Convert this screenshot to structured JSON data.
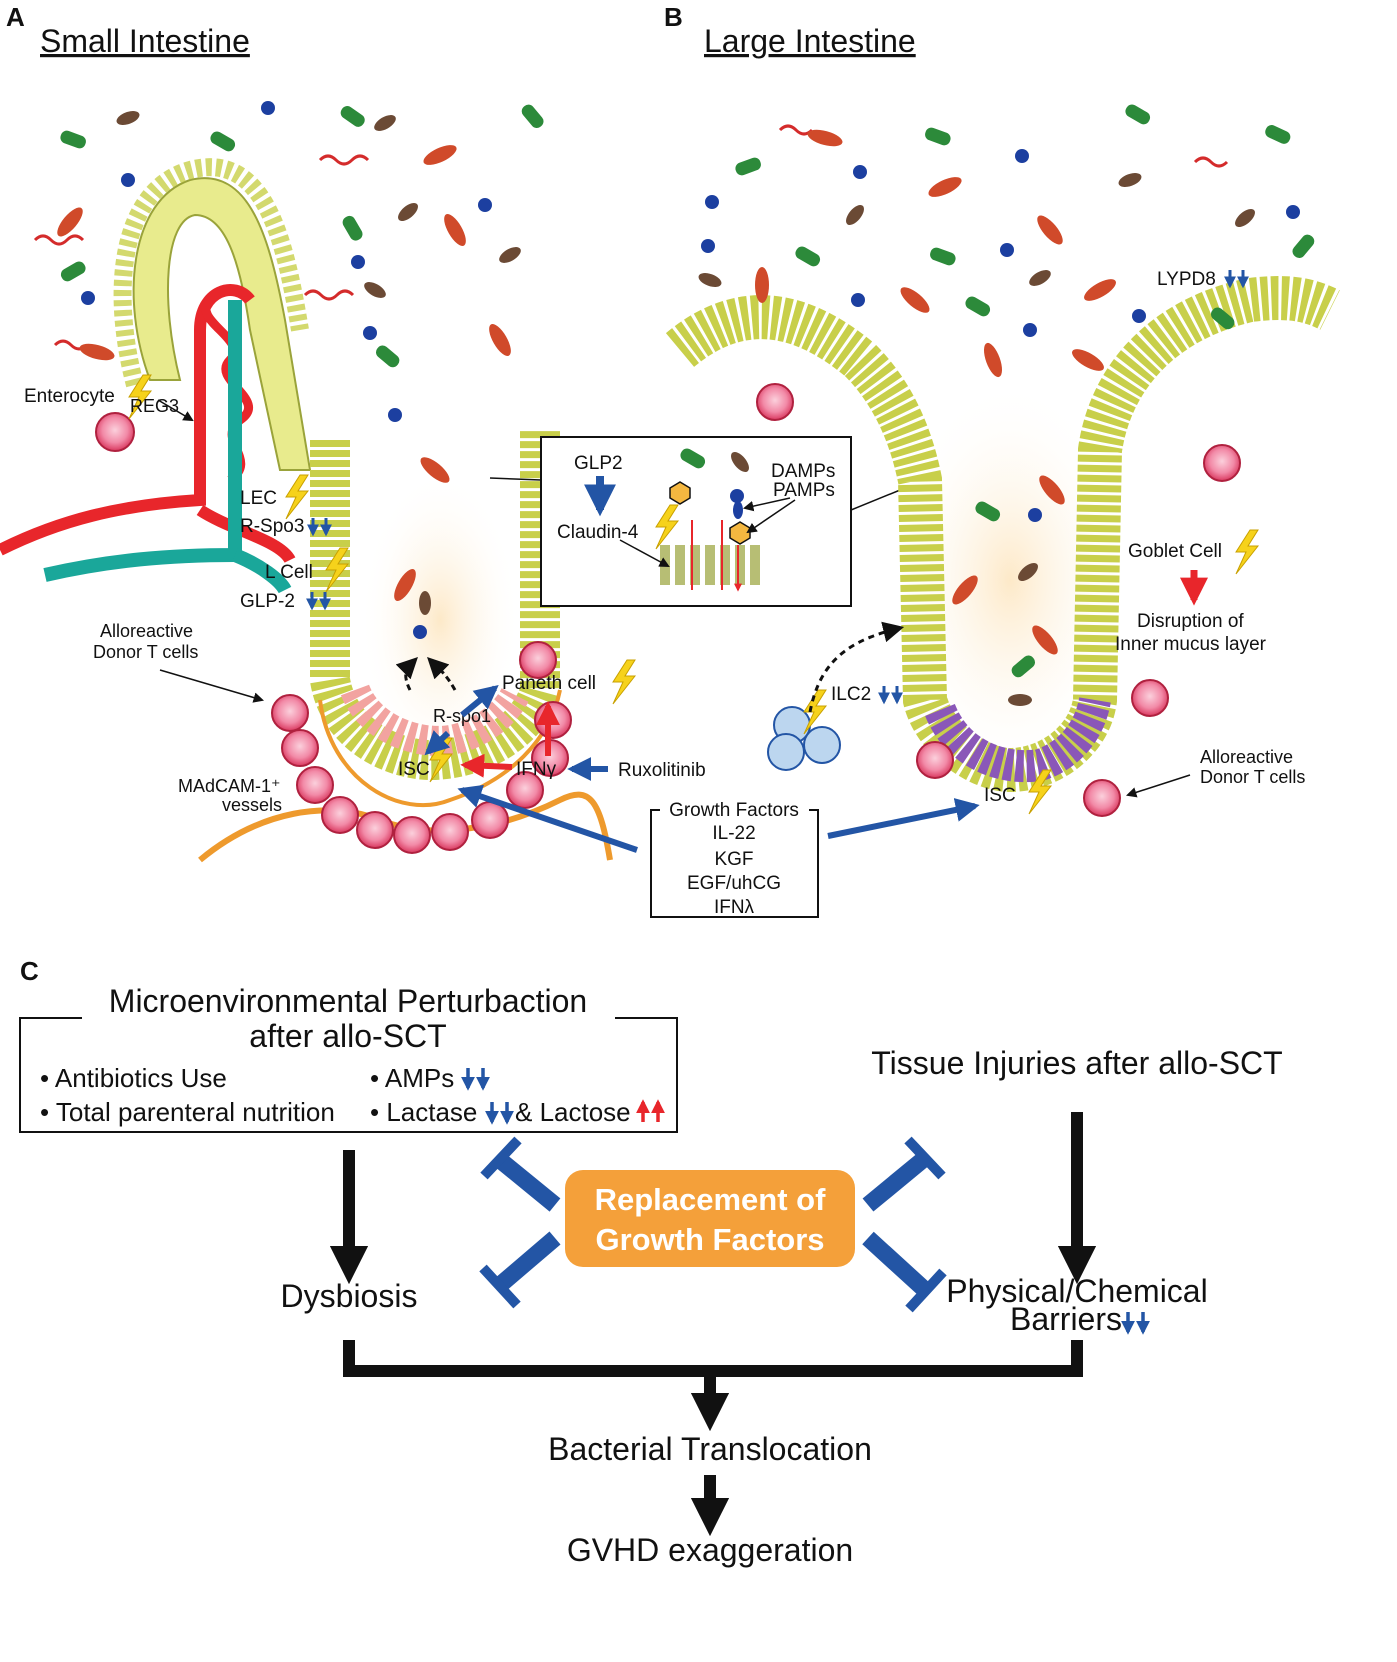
{
  "panelA": {
    "letter": "A",
    "title": "Small Intestine",
    "labels": {
      "enterocyte": "Enterocyte",
      "reg3": "REG3",
      "lec": "LEC",
      "rspo3": "R-Spo3",
      "lcell": "L Cell",
      "glp2": "GLP-2",
      "alloreactive1": "Alloreactive",
      "alloreactive2": "Donor T cells",
      "madcam1": "MAdCAM-1⁺",
      "madcam2": "vessels",
      "paneth": "Paneth cell",
      "rspo1": "R-spo1",
      "isc": "ISC",
      "ifng": "IFNγ",
      "ruxolitinib": "Ruxolitinib"
    }
  },
  "inset": {
    "glp2": "GLP2",
    "claudin4": "Claudin-4",
    "damps": "DAMPs",
    "pamps": "PAMPs"
  },
  "growthFactors": {
    "title": "Growth Factors",
    "items": [
      "IL-22",
      "KGF",
      "EGF/uhCG",
      "IFNλ"
    ]
  },
  "panelB": {
    "letter": "B",
    "title": "Large Intestine",
    "labels": {
      "lypd8": "LYPD8",
      "goblet": "Goblet Cell",
      "disruption1": "Disruption of",
      "disruption2": "Inner mucus layer",
      "ilc2": "ILC2",
      "isc": "ISC",
      "alloreactive1": "Alloreactive",
      "alloreactive2": "Donor T cells"
    }
  },
  "panelC": {
    "letter": "C",
    "micro_title1": "Microenvironmental Perturbaction",
    "micro_title2": "after allo-SCT",
    "bullets": {
      "antibiotics": "• Antibiotics Use",
      "tpn": "• Total parenteral nutrition",
      "amps": "• AMPs",
      "lactase": "• Lactase",
      "lactose": "& Lactose"
    },
    "tissue": "Tissue Injuries after allo-SCT",
    "replacement1": "Replacement of",
    "replacement2": "Growth Factors",
    "dysbiosis": "Dysbiosis",
    "physical1": "Physical/Chemical",
    "physical2": "Barriers",
    "bacterial": "Bacterial Translocation",
    "gvhd": "GVHD exaggeration"
  },
  "colors": {
    "blue_arrow": "#2355a5",
    "red_arrow": "#e8262b",
    "orange_box": "#f4a03a",
    "lymph_red": "#e8262b",
    "lymph_teal": "#1aa79a",
    "vessel_orange": "#ee9a2d",
    "tcell_pink": "#e8457a"
  }
}
